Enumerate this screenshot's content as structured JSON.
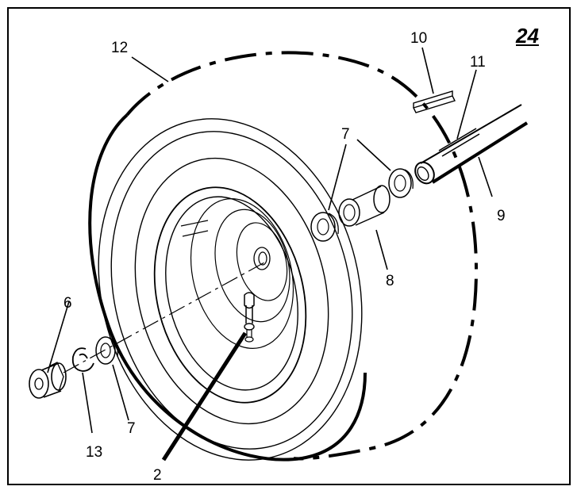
{
  "figure": {
    "number": "24"
  },
  "callouts": {
    "c12": "12",
    "c10": "10",
    "c11": "11",
    "c7_top": "7",
    "c9": "9",
    "c8": "8",
    "c6": "6",
    "c7_bottom": "7",
    "c13": "13",
    "c2": "2"
  },
  "colors": {
    "line": "#000000",
    "background": "#ffffff"
  }
}
